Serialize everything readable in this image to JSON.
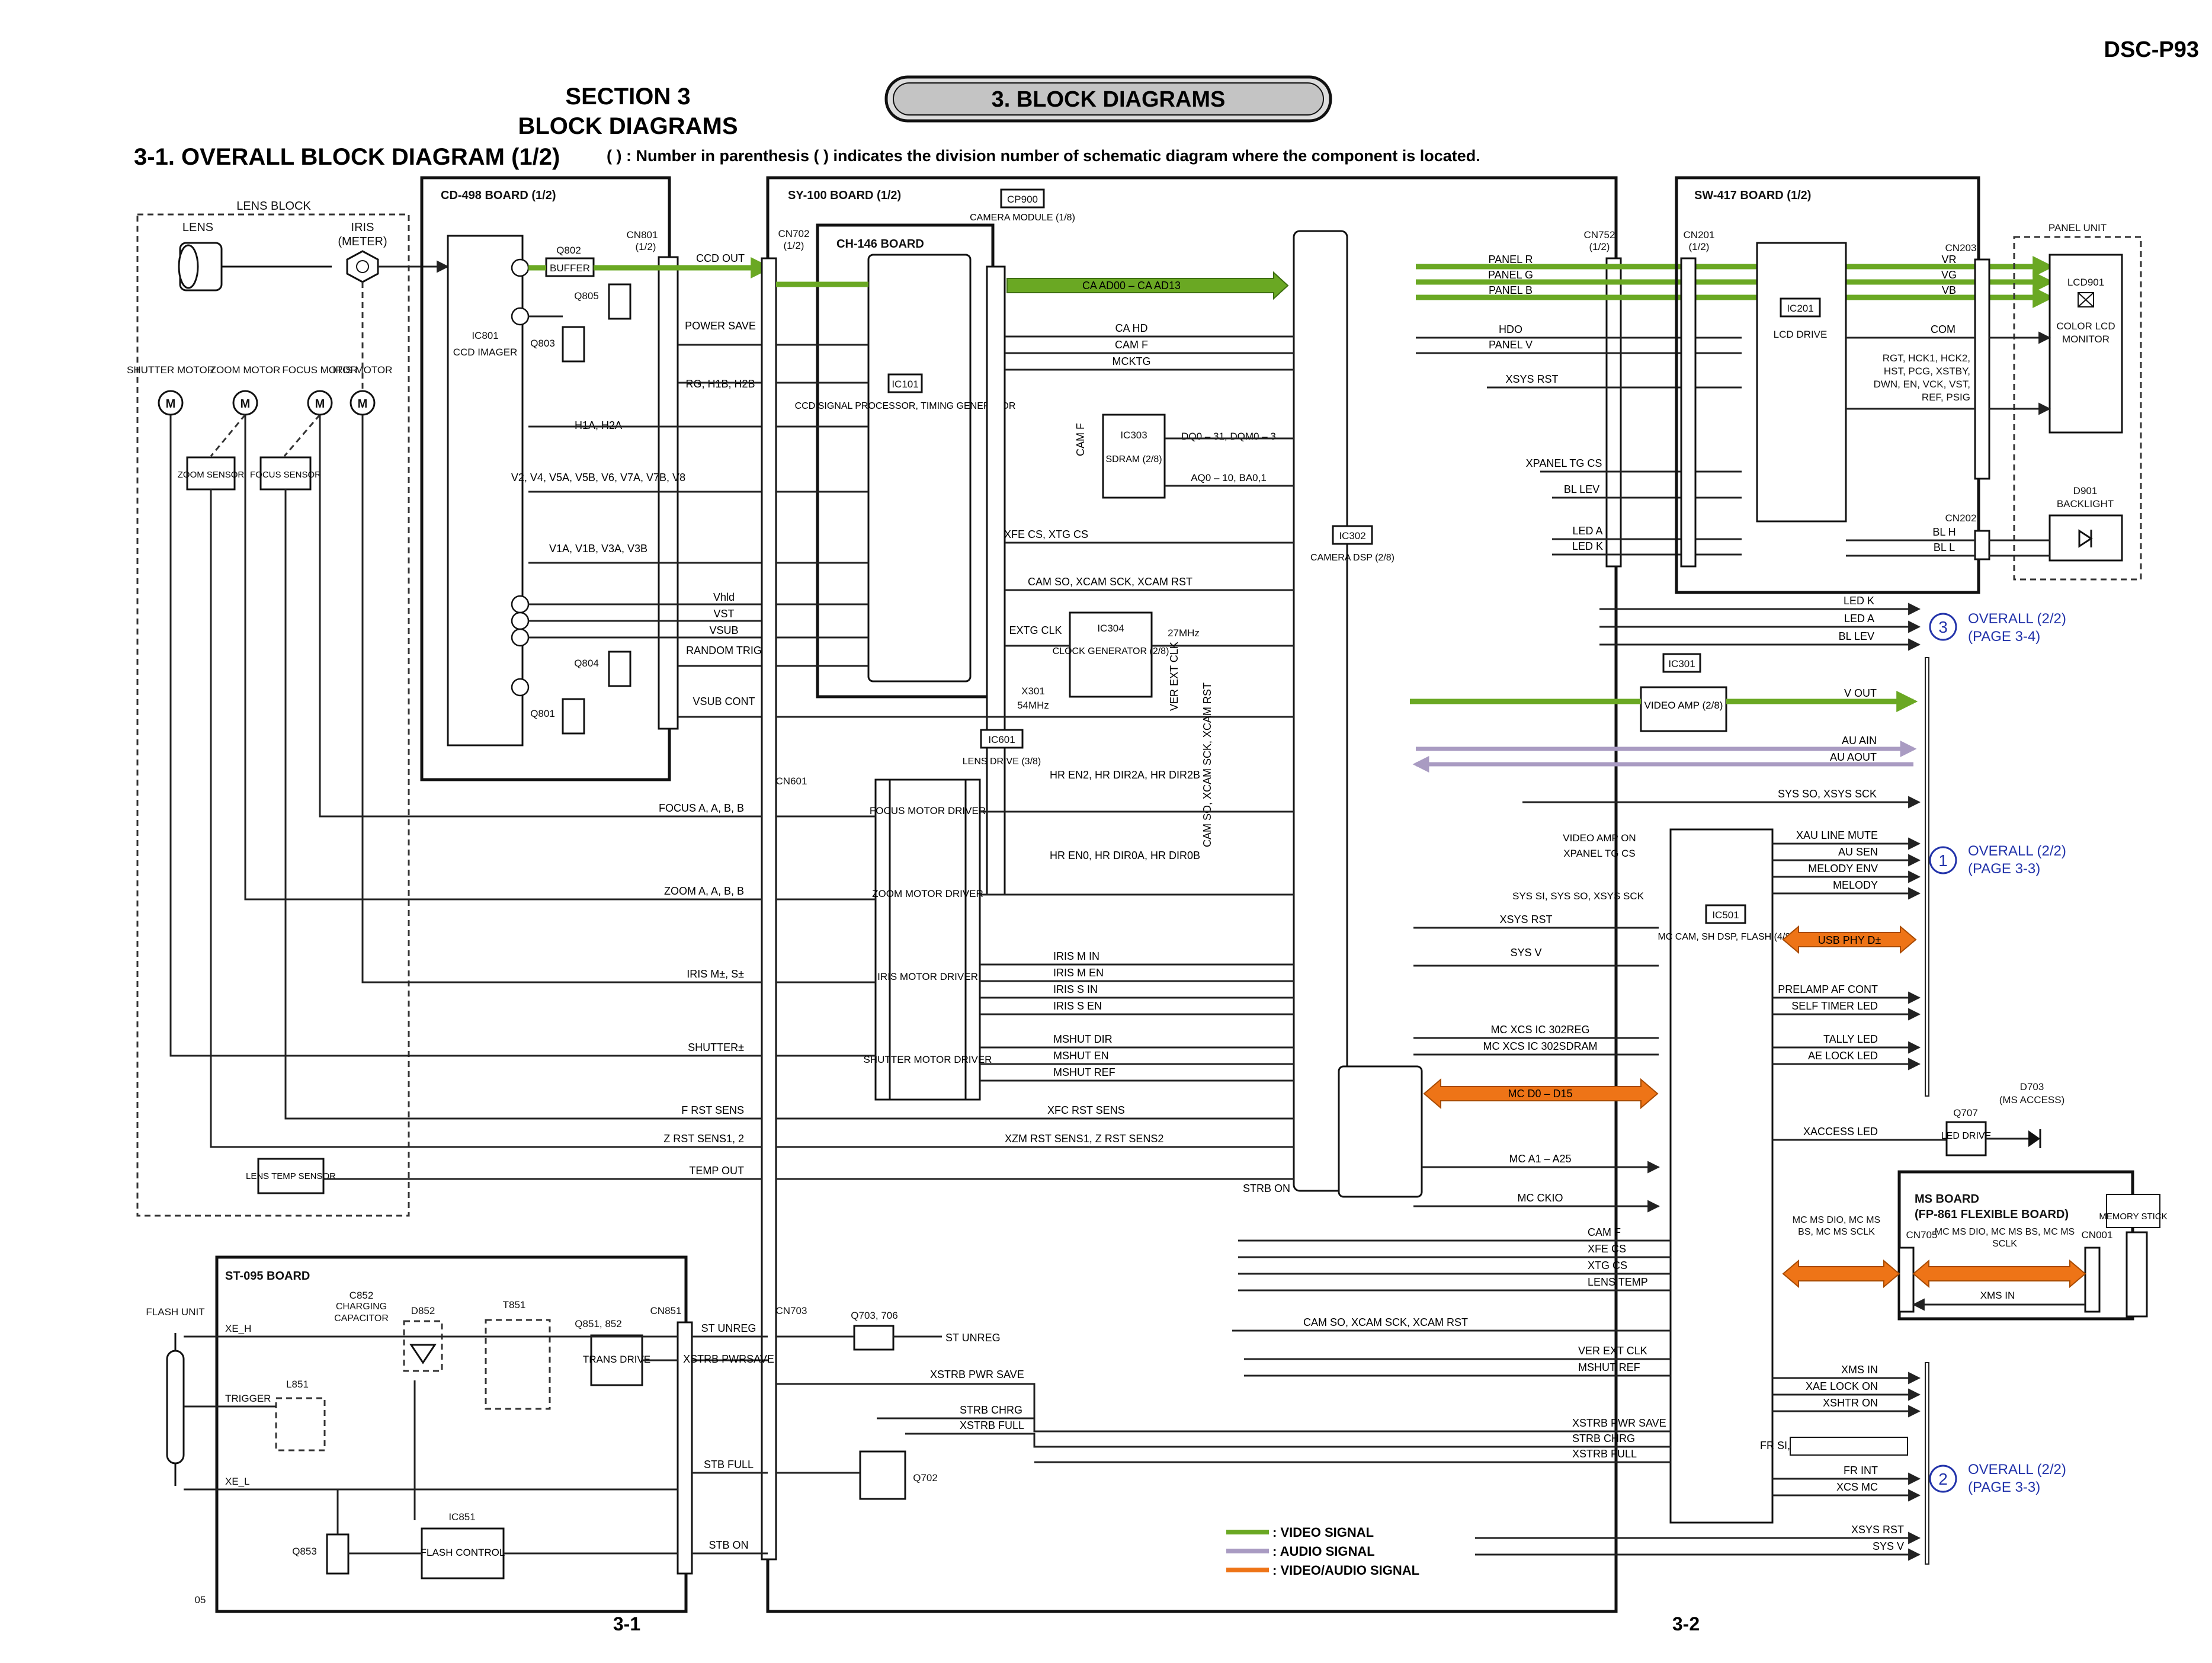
{
  "header": {
    "model": "DSC-P93",
    "section": "SECTION 3",
    "section_title": "BLOCK DIAGRAMS",
    "banner": "3. BLOCK DIAGRAMS",
    "diagram_title": "3-1.  OVERALL  BLOCK  DIAGRAM (1/2)",
    "note": "( ) : Number in parenthesis ( ) indicates the division number of schematic diagram where the component is located."
  },
  "boards": {
    "lens_block": "LENS BLOCK",
    "cd498": "CD-498 BOARD (1/2)",
    "sy100": "SY-100 BOARD (1/2)",
    "ch146": "CH-146 BOARD",
    "sw417": "SW-417 BOARD (1/2)",
    "st095": "ST-095 BOARD",
    "ms_board": "MS BOARD",
    "ms_board_sub": "(FP-861 FLEXIBLE BOARD)",
    "panel_unit": "PANEL UNIT"
  },
  "lens": {
    "lens": "LENS",
    "iris": "IRIS",
    "iris_meter": "(METER)",
    "shutter_motor": "SHUTTER MOTOR",
    "zoom_motor": "ZOOM MOTOR",
    "focus_motor": "FOCUS MOTOR",
    "iris_motor": "IRIS MOTOR",
    "zoom_sensor": "ZOOM SENSOR",
    "focus_sensor": "FOCUS SENSOR",
    "lens_temp_sensor": "LENS TEMP SENSOR",
    "motor_symbol": "M"
  },
  "cd498": {
    "ic801": "IC801",
    "ic801_desc": "CCD IMAGER",
    "q802": "Q802",
    "buffer": "BUFFER",
    "q805": "Q805",
    "q803": "Q803",
    "q804": "Q804",
    "q801": "Q801",
    "cn801": "CN801",
    "cn801_sub": "(1/2)",
    "signals": [
      "CCD OUT",
      "POWER SAVE",
      "RG, H1B, H2B",
      "H1A, H2A",
      "V2, V4, V5A, V5B, V6, V7A, V7B, V8",
      "V1A, V1B, V3A, V3B",
      "Vhld",
      "VST",
      "VSUB",
      "RANDOM TRIG",
      "VSUB CONT"
    ]
  },
  "sy100": {
    "cn702": "CN702",
    "cn702_sub": "(1/2)",
    "cp900": "CP900",
    "cp900_desc": "CAMERA MODULE (1/8)",
    "ic101": "IC101",
    "ic101_desc": "CCD SIGNAL PROCESSOR, TIMING GENERATOR",
    "ic303": "IC303",
    "ic303_desc": "SDRAM (2/8)",
    "ic302": "IC302",
    "ic302_desc": "CAMERA DSP (2/8)",
    "ic304": "IC304",
    "ic304_desc": "CLOCK GENERATOR (2/8)",
    "x301": "X301",
    "x301_freq": "54MHz",
    "freq27": "27MHz",
    "ic601": "IC601",
    "ic601_desc": "LENS DRIVE (3/8)",
    "ic301": "IC301",
    "ic301_desc": "VIDEO AMP (2/8)",
    "ic501": "IC501",
    "ic501_desc": "MC CAM, SH DSP, FLASH (4/8)",
    "cn601": "CN601",
    "cn703": "CN703",
    "cn752": "CN752",
    "cn752_sub": "(1/2)",
    "drivers": [
      "FOCUS MOTOR DRIVER",
      "ZOOM MOTOR DRIVER",
      "IRIS MOTOR DRIVER",
      "SHUTTER MOTOR DRIVER"
    ],
    "signals": [
      "CA HD",
      "CAM F",
      "MCKTG",
      "CA AD00 – CA AD13",
      "DQ0 – 31, DQM0 – 3",
      "AQ0 – 10, BA0,1",
      "XFE CS, XTG CS",
      "CAM SO, XCAM SCK, XCAM RST",
      "EXTG CLK",
      "VER EXT CLK",
      "CAM SO, XCAM SCK, XCAM RST",
      "HR EN2, HR DIR2A, HR DIR2B",
      "HR EN0, HR DIR0A, HR DIR0B",
      "IRIS M IN",
      "IRIS M EN",
      "IRIS S IN",
      "IRIS S EN",
      "MSHUT DIR",
      "MSHUT EN",
      "MSHUT REF",
      "XFC RST SENS",
      "XZM RST SENS1, Z RST SENS2",
      "STRB ON",
      "MC D0 – D15",
      "MC A1 – A25",
      "MC CKIO",
      "MC XCS IC 302REG",
      "MC XCS IC 302SDRAM",
      "XSYS RST",
      "SYS V",
      "SYS SI, SYS SO, XSYS SCK",
      "VIDEO AMP ON",
      "XPANEL TG CS"
    ],
    "lens_signals": [
      "FOCUS A, A, B, B",
      "ZOOM A, A, B, B",
      "IRIS M±, S±",
      "SHUTTER±",
      "F RST SENS",
      "Z RST SENS1, 2",
      "TEMP OUT"
    ]
  },
  "sw417": {
    "cn201": "CN201",
    "cn201_sub": "(1/2)",
    "cn203": "CN203",
    "cn202": "CN202",
    "ic201": "IC201",
    "ic201_desc": "LCD DRIVE",
    "lcd901": "LCD901",
    "lcd901_desc": "COLOR LCD MONITOR",
    "d901": "D901",
    "d901_desc": "BACKLIGHT",
    "signals": [
      "PANEL R",
      "PANEL G",
      "PANEL B",
      "HDO",
      "PANEL V",
      "XSYS RST",
      "XPANEL TG CS",
      "BL LEV",
      "LED A",
      "LED K",
      "VR",
      "VG",
      "VB",
      "COM",
      "RGT, HCK1, HCK2, HST, PCG, XSTBY, DWN, EN, VCK, VST, REF, PSIG",
      "BL H",
      "BL L"
    ]
  },
  "right_outputs": {
    "overall3": "OVERALL (2/2)",
    "overall3_page": "(PAGE 3-4)",
    "overall1": "OVERALL (2/2)",
    "overall1_page": "(PAGE 3-3)",
    "overall2": "OVERALL (2/2)",
    "overall2_page": "(PAGE 3-3)",
    "group3": [
      "LED K",
      "LED A",
      "BL LEV"
    ],
    "group_av": [
      "V OUT",
      "AU AIN",
      "AU AOUT",
      "SYS SO, XSYS SCK"
    ],
    "group1": [
      "XAU LINE MUTE",
      "AU SEN",
      "MELODY ENV",
      "MELODY",
      "USB PHY D±",
      "PRELAMP AF CONT",
      "SELF TIMER LED",
      "TALLY LED",
      "AE LOCK LED"
    ],
    "xaccess": "XACCESS LED",
    "q707": "Q707",
    "q707_desc": "LED DRIVE",
    "d703": "D703",
    "d703_desc": "(MS ACCESS)",
    "group2": [
      "XMS IN",
      "XAE LOCK ON",
      "XSHTR ON",
      "FR SI, FR SO, XFR SCK",
      "FR INT",
      "XCS MC",
      "XSYS RST",
      "SYS V"
    ],
    "ms_signals": [
      "MC MS DIO, MC MS BS, MC MS SCLK",
      "MC MS DIO, MC MS BS, MC MS SCLK",
      "XMS IN"
    ],
    "cn705": "CN705",
    "cn001": "CN001",
    "memory_stick": "MEMORY STICK"
  },
  "st095": {
    "flash_unit": "FLASH UNIT",
    "xe_h": "XE_H",
    "trigger": "TRIGGER",
    "xe_l": "XE_L",
    "c852": "C852",
    "c852_desc": "CHARGING CAPACITOR",
    "d852": "D852",
    "t851": "T851",
    "l851": "L851",
    "q851": "Q851, 852",
    "q851_desc": "TRANS DRIVE",
    "cn851": "CN851",
    "q853": "Q853",
    "ic851": "IC851",
    "ic851_desc": "FLASH CONTROL",
    "code": "05",
    "signals": [
      "ST UNREG",
      "XSTRB PWRSAVE",
      "STB FULL",
      "STB ON"
    ]
  },
  "strobe": {
    "q703": "Q703, 706",
    "q702": "Q702",
    "signals": [
      "ST UNREG",
      "XSTRB PWR SAVE",
      "STRB CHRG",
      "XSTRB FULL",
      "XSTRB PWR SAVE",
      "STRB CHRG",
      "XSTRB FULL",
      "CAM F",
      "XFE CS",
      "XTG CS",
      "LENS TEMP",
      "CAM SO, XCAM SCK, XCAM RST",
      "VER EXT CLK",
      "MSHUT REF"
    ]
  },
  "legend": {
    "video": ": VIDEO SIGNAL",
    "audio": ": AUDIO SIGNAL",
    "av": ": VIDEO/AUDIO SIGNAL",
    "colors": {
      "video": "#6aa823",
      "audio": "#a99bc2",
      "av": "#ee7417"
    }
  },
  "footer": {
    "left_page": "3-1",
    "right_page": "3-2"
  }
}
